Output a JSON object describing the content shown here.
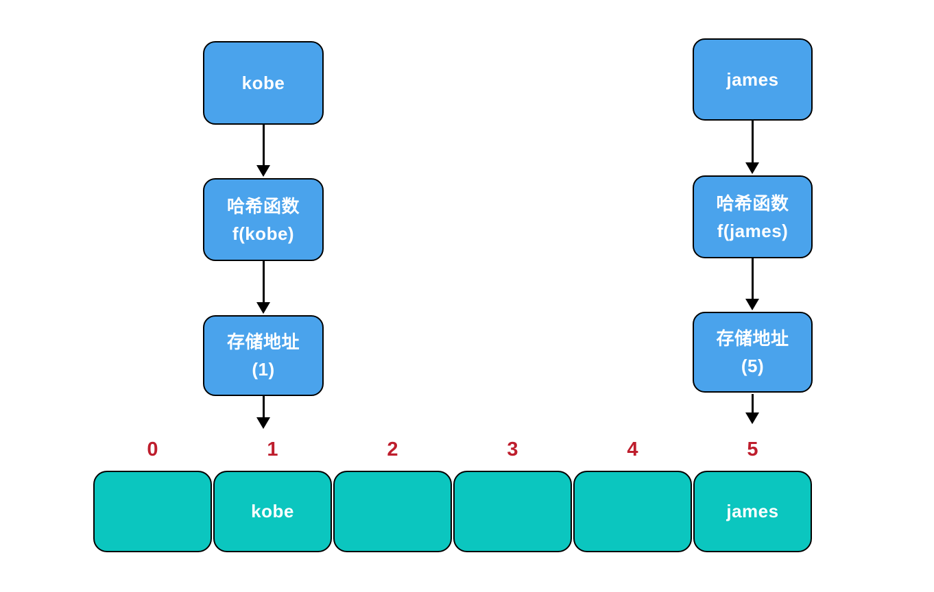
{
  "diagram": {
    "flows": [
      {
        "id": "kobe",
        "key_node": "kobe",
        "hash_node": {
          "line1": "哈希函数",
          "line2": "f(kobe)"
        },
        "addr_node": {
          "line1": "存储地址",
          "line2": "(1)"
        }
      },
      {
        "id": "james",
        "key_node": "james",
        "hash_node": {
          "line1": "哈希函数",
          "line2": "f(james)"
        },
        "addr_node": {
          "line1": "存储地址",
          "line2": "(5)"
        }
      }
    ],
    "array": {
      "cells": [
        {
          "index": "0",
          "value": ""
        },
        {
          "index": "1",
          "value": "kobe"
        },
        {
          "index": "2",
          "value": ""
        },
        {
          "index": "3",
          "value": ""
        },
        {
          "index": "4",
          "value": ""
        },
        {
          "index": "5",
          "value": "james"
        }
      ]
    },
    "colors": {
      "node_fill": "#4AA3EC",
      "cell_fill": "#0BC6BF",
      "index_text": "#BE1E2D",
      "node_text": "#FFFFFF",
      "stroke": "#000000",
      "background": "#FFFFFF"
    }
  }
}
